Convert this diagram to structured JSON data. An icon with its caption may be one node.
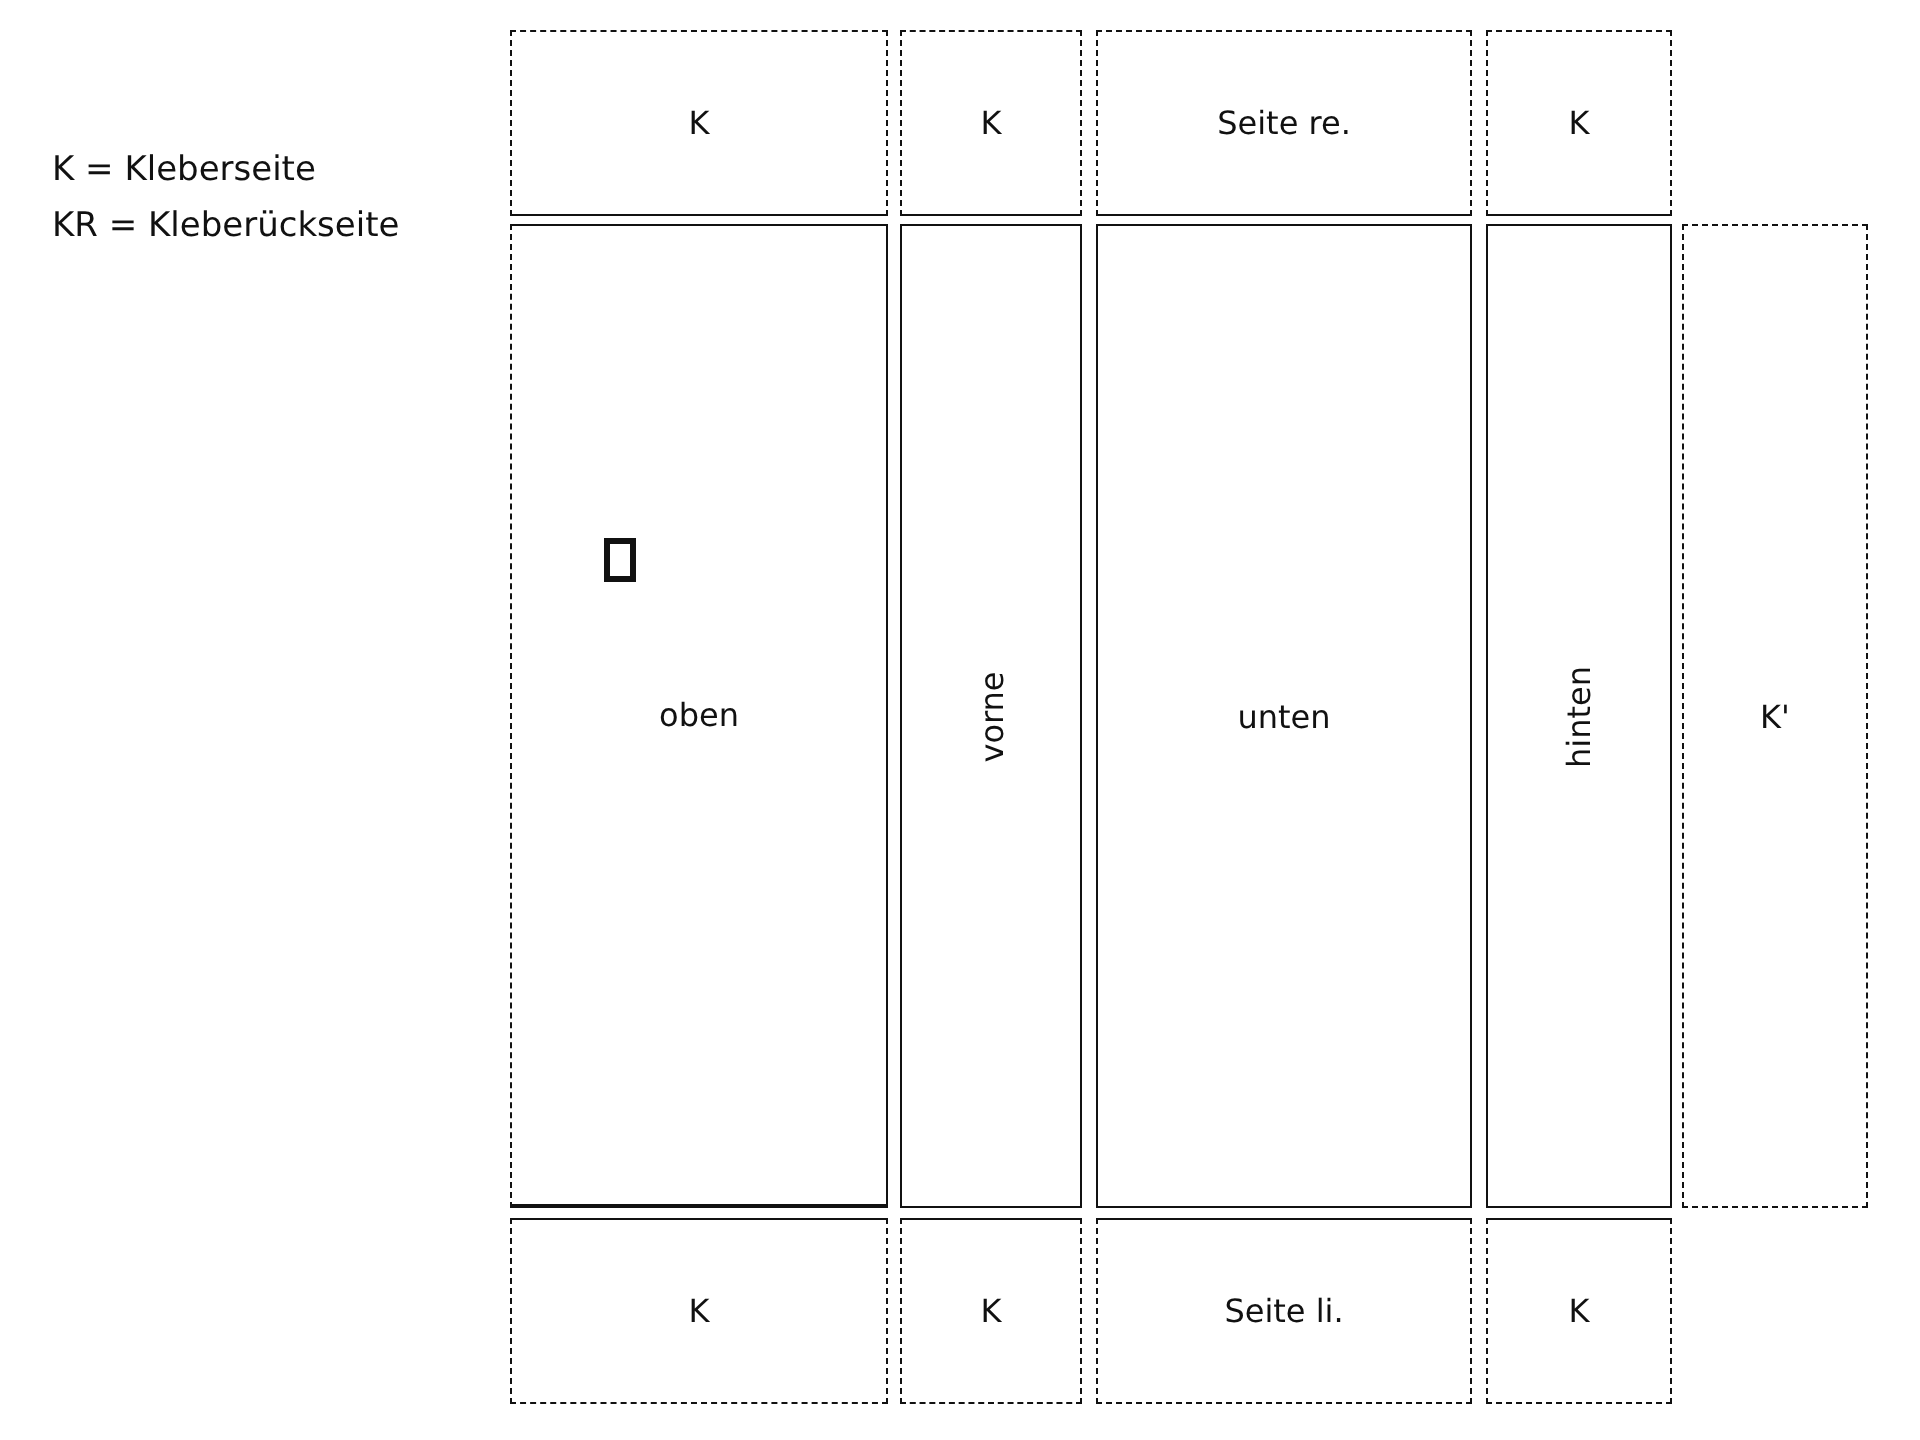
{
  "diagram": {
    "nodes": [
      {
        "text": [
          "K"
        ]
      },
      {
        "text": [
          "K"
        ]
      },
      {
        "text": [
          "Seite re."
        ]
      },
      {
        "text": [
          "K"
        ]
      },
      {
        "text": [
          "oben"
        ]
      },
      {
        "text": [],
        "shape": "box",
        "in": 4
      },
      {
        "text": [
          "vorne"
        ]
      },
      {
        "text": [
          "unten"
        ]
      },
      {
        "text": [
          "hinten"
        ]
      },
      {
        "text": [
          "K'"
        ]
      },
      {
        "text": [
          "K"
        ]
      },
      {
        "text": [
          "K"
        ]
      },
      {
        "text": [
          "Seite li."
        ]
      },
      {
        "text": [
          "K"
        ]
      }
    ],
    "labels": [
      "K = Kleberseite",
      "KR = Kleberückseite"
    ]
  }
}
